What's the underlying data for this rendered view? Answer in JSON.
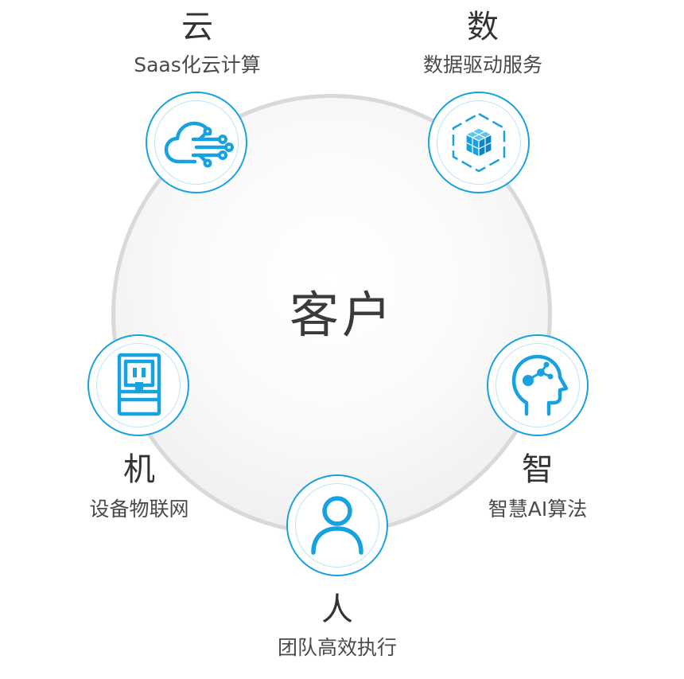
{
  "center": {
    "label": "客户"
  },
  "nodes": {
    "cloud": {
      "title": "云",
      "subtitle": "Saas化云计算",
      "icon": "cloud-network-icon"
    },
    "data": {
      "title": "数",
      "subtitle": "数据驱动服务",
      "icon": "data-cube-icon"
    },
    "device": {
      "title": "机",
      "subtitle": "设备物联网",
      "icon": "water-dispenser-icon"
    },
    "ai": {
      "title": "智",
      "subtitle": "智慧AI算法",
      "icon": "ai-head-icon"
    },
    "people": {
      "title": "人",
      "subtitle": "团队高效执行",
      "icon": "person-icon"
    }
  },
  "colors": {
    "accent": "#16a2e0",
    "ring": "#d9d9d9",
    "text": "#333333"
  }
}
